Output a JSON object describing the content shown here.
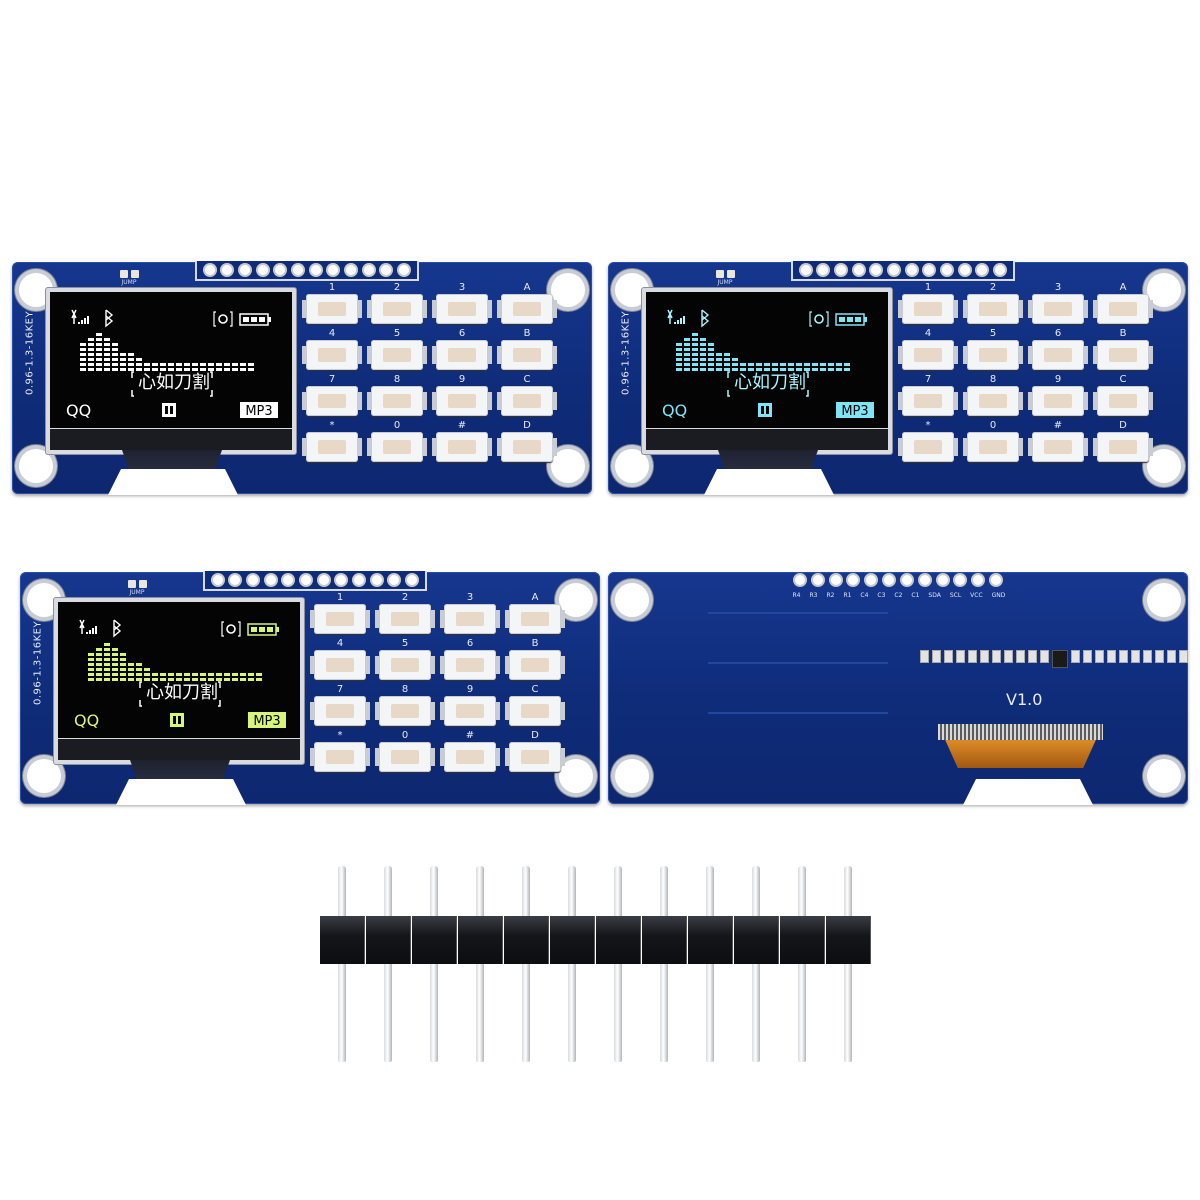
{
  "boards": [
    {
      "variant": "white",
      "oled_color": "#ffffff",
      "oled_accent": "#ffffff",
      "side_label": "0.96-1.3-16KEY",
      "jump_label": "JUMP",
      "screen": {
        "song": "心如刀割",
        "app": "QQ",
        "format": "MP3"
      }
    },
    {
      "variant": "blue",
      "oled_color": "#a8f4ff",
      "oled_accent": "#7fe4f5",
      "side_label": "0.96-1.3-16KEY",
      "jump_label": "JUMP",
      "screen": {
        "song": "心如刀割",
        "app": "QQ",
        "format": "MP3"
      }
    },
    {
      "variant": "yellow-green",
      "oled_color": "#ffffff",
      "oled_accent": "#d8f57a",
      "side_label": "0.96-1.3-16KEY",
      "jump_label": "JUMP",
      "screen": {
        "song": "心如刀割",
        "app": "QQ",
        "format": "MP3"
      }
    }
  ],
  "keypad_labels": [
    "1",
    "2",
    "3",
    "A",
    "4",
    "5",
    "6",
    "B",
    "7",
    "8",
    "9",
    "C",
    "*",
    "0",
    "#",
    "D"
  ],
  "back": {
    "pin_labels": [
      "R4",
      "R3",
      "R2",
      "R1",
      "C4",
      "C3",
      "C2",
      "C1",
      "SDA",
      "SCL",
      "VCC",
      "GND"
    ],
    "version": "V1.0"
  },
  "colors": {
    "pcb": "#13348a",
    "background": "#ffffff"
  }
}
